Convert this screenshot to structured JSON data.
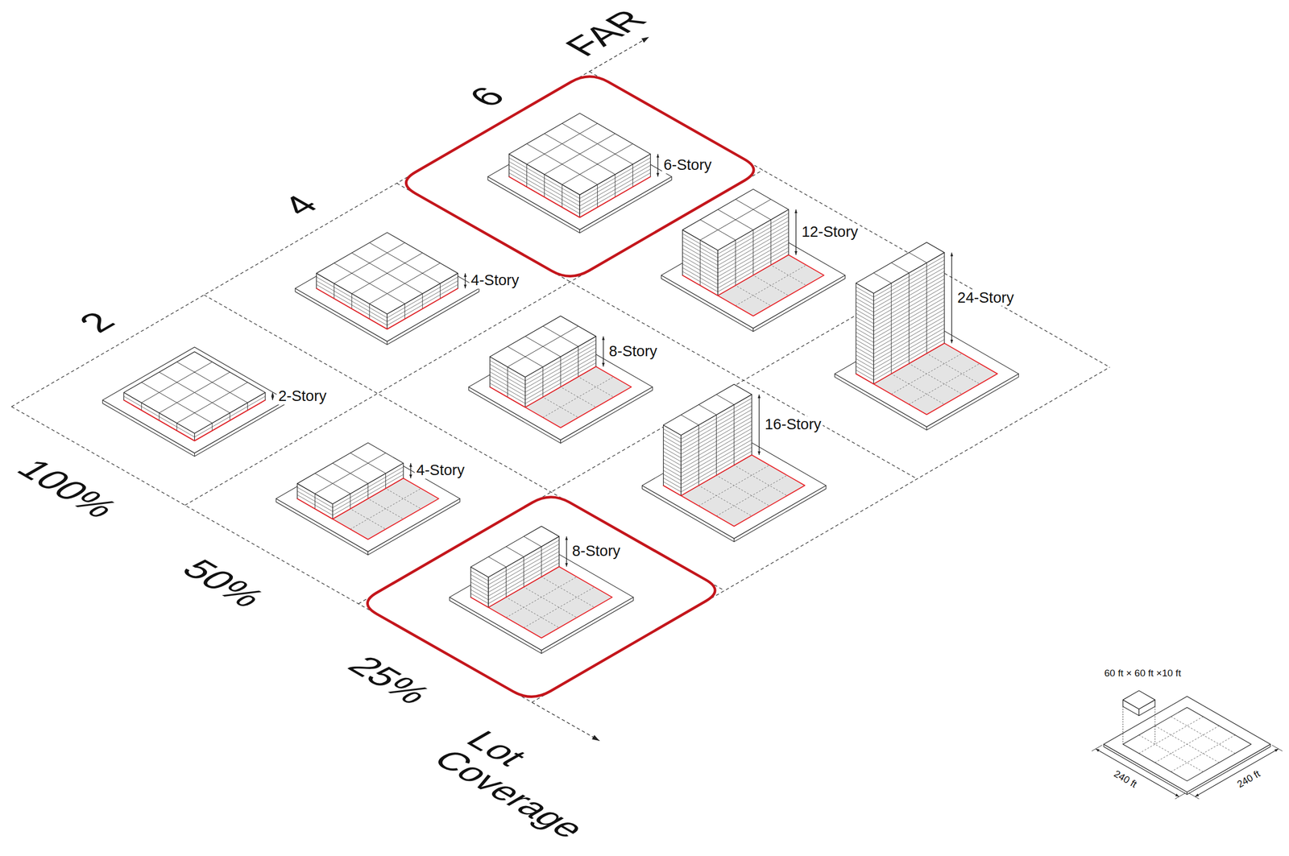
{
  "diagram": {
    "nodes": [
      {
        "text": [
          "6-Story"
        ]
      },
      {
        "text": [
          "8-Story"
        ]
      }
    ],
    "labels": [
      "FAR",
      "6",
      "4",
      "2",
      "12-Story",
      "4-Story",
      "24-Story",
      "8-Story",
      "2-Story",
      "16-Story",
      "4-Story",
      "100%",
      "50%",
      "25%",
      "Lot Coverage",
      "60 ft × 60 ft ×10 ft",
      "240 ft",
      "240 ft"
    ]
  }
}
